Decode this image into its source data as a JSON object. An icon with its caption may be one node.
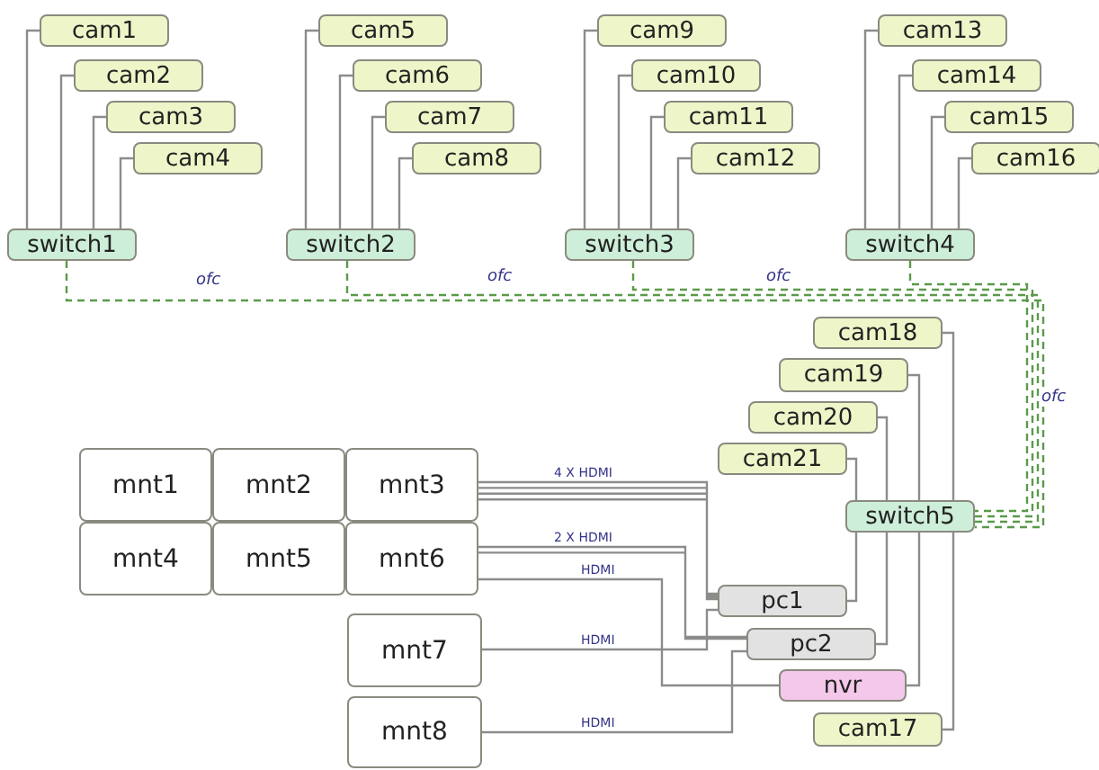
{
  "diagram": {
    "nodes": [
      {
        "text": [
          "cam1"
        ]
      },
      {
        "text": [
          "cam2"
        ]
      },
      {
        "text": [
          "cam3"
        ]
      },
      {
        "text": [
          "cam4"
        ]
      },
      {
        "text": [
          "switch1"
        ]
      },
      {
        "text": [
          "cam5"
        ]
      },
      {
        "text": [
          "cam6"
        ]
      },
      {
        "text": [
          "cam7"
        ]
      },
      {
        "text": [
          "cam8"
        ]
      },
      {
        "text": [
          "switch2"
        ]
      },
      {
        "text": [
          "cam9"
        ]
      },
      {
        "text": [
          "cam10"
        ]
      },
      {
        "text": [
          "cam11"
        ]
      },
      {
        "text": [
          "cam12"
        ]
      },
      {
        "text": [
          "switch3"
        ]
      },
      {
        "text": [
          "cam13"
        ]
      },
      {
        "text": [
          "cam14"
        ]
      },
      {
        "text": [
          "cam15"
        ]
      },
      {
        "text": [
          "cam16"
        ]
      },
      {
        "text": [
          "switch4"
        ]
      },
      {
        "text": [
          "cam18"
        ]
      },
      {
        "text": [
          "cam19"
        ]
      },
      {
        "text": [
          "cam20"
        ]
      },
      {
        "text": [
          "cam21"
        ]
      },
      {
        "text": [
          "mnt1"
        ]
      },
      {
        "text": [
          "mnt2"
        ]
      },
      {
        "text": [
          "mnt3"
        ]
      },
      {
        "text": [
          "mnt4"
        ]
      },
      {
        "text": [
          "mnt5"
        ]
      },
      {
        "text": [
          "mnt6"
        ]
      },
      {
        "text": [
          "switch5"
        ]
      },
      {
        "text": [
          "mnt7"
        ]
      },
      {
        "text": [
          "pc1"
        ]
      },
      {
        "text": [
          "pc2"
        ]
      },
      {
        "text": [
          "mnt8"
        ]
      },
      {
        "text": [
          "nvr"
        ]
      },
      {
        "text": [
          "cam17"
        ]
      }
    ],
    "edges": [
      {
        "from": 0,
        "to": 4,
        "arrow": "none"
      },
      {
        "from": 1,
        "to": 4,
        "arrow": "none"
      },
      {
        "from": 2,
        "to": 4,
        "arrow": "none"
      },
      {
        "from": 3,
        "to": 4,
        "arrow": "none"
      },
      {
        "from": 5,
        "to": 9,
        "arrow": "none"
      },
      {
        "from": 6,
        "to": 9,
        "arrow": "none"
      },
      {
        "from": 7,
        "to": 9,
        "arrow": "none"
      },
      {
        "from": 8,
        "to": 9,
        "arrow": "none"
      },
      {
        "from": 10,
        "to": 14,
        "arrow": "none"
      },
      {
        "from": 11,
        "to": 14,
        "arrow": "none"
      },
      {
        "from": 12,
        "to": 14,
        "arrow": "none"
      },
      {
        "from": 13,
        "to": 14,
        "arrow": "none"
      },
      {
        "from": 15,
        "to": 19,
        "arrow": "none"
      },
      {
        "from": 16,
        "to": 19,
        "arrow": "none"
      },
      {
        "from": 17,
        "to": 19,
        "arrow": "none"
      },
      {
        "from": 18,
        "to": 19,
        "arrow": "none"
      },
      {
        "from": 4,
        "to": 30,
        "arrow": "none",
        "label": "ofc",
        "style": "dashed",
        "color": "#5a9a4a"
      },
      {
        "from": 9,
        "to": 30,
        "arrow": "none",
        "label": "ofc",
        "style": "dashed",
        "color": "#5a9a4a"
      },
      {
        "from": 14,
        "to": 30,
        "arrow": "none",
        "label": "ofc",
        "style": "dashed",
        "color": "#5a9a4a"
      },
      {
        "from": 19,
        "to": 30,
        "arrow": "none",
        "label": "ofc",
        "style": "dashed",
        "color": "#5a9a4a"
      },
      {
        "from": 20,
        "to": 30,
        "arrow": "none"
      },
      {
        "from": 21,
        "to": 30,
        "arrow": "none"
      },
      {
        "from": 22,
        "to": 30,
        "arrow": "none"
      },
      {
        "from": 23,
        "to": 30,
        "arrow": "none"
      },
      {
        "from": 30,
        "to": 32,
        "arrow": "none"
      },
      {
        "from": 30,
        "to": 33,
        "arrow": "none"
      },
      {
        "from": 30,
        "to": 35,
        "arrow": "none"
      },
      {
        "from": 30,
        "to": 36,
        "arrow": "none"
      },
      {
        "from": 26,
        "to": 32,
        "arrow": "none",
        "label": "4 X HDMI"
      },
      {
        "from": 29,
        "to": 33,
        "arrow": "none",
        "label": "2 X HDMI"
      },
      {
        "from": 29,
        "to": 35,
        "arrow": "none",
        "label": "HDMI"
      },
      {
        "from": 31,
        "to": 32,
        "arrow": "none",
        "label": "HDMI"
      },
      {
        "from": 34,
        "to": 33,
        "arrow": "none",
        "label": "HDMI"
      }
    ]
  }
}
